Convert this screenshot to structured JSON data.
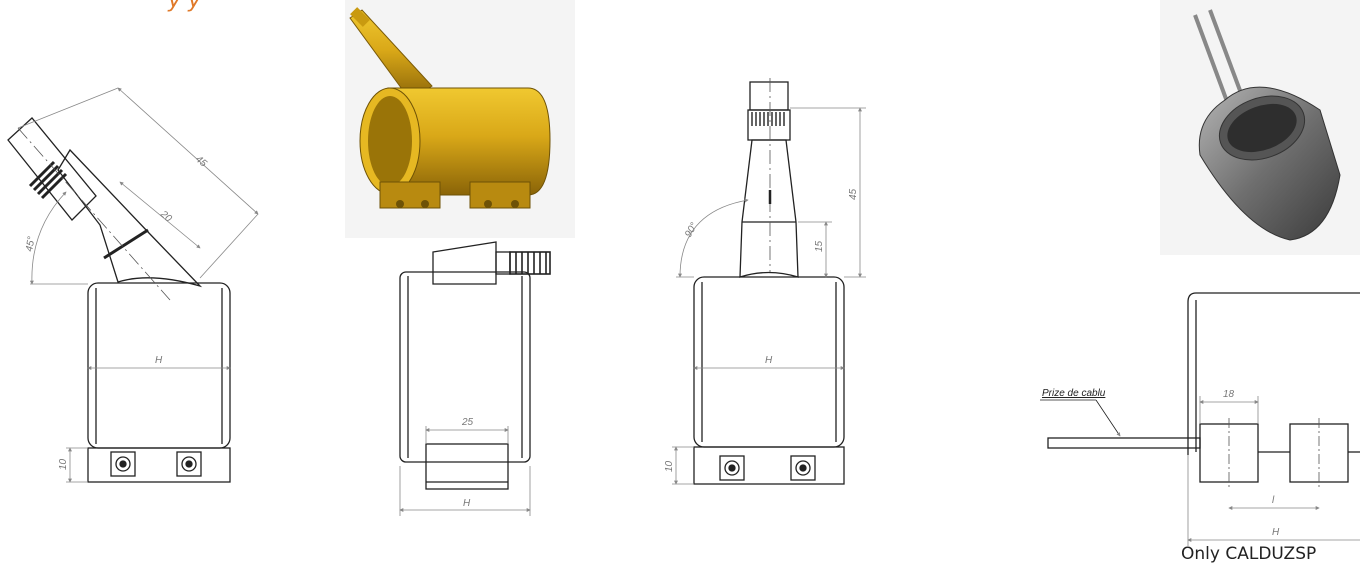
{
  "header": {
    "corner_text": "y y"
  },
  "drawing1": {
    "len_dim": "45",
    "inner_dim": "20",
    "angle": "45°",
    "width_dim": "H",
    "tab_dim": "10"
  },
  "drawing2": {
    "slot_dim": "25",
    "width_dim": "H"
  },
  "drawing3": {
    "len_dim": "45",
    "stem_dim": "15",
    "angle": "90°",
    "width_dim": "H",
    "tab_dim": "10"
  },
  "drawing4": {
    "callout": "Prize de cablu",
    "block_dim": "18",
    "spacing_dim": "l",
    "width_dim": "H"
  },
  "caption": "Only CALDUZSP",
  "colors": {
    "line": "#222222",
    "dim": "#888888",
    "accent": "#e07a2a",
    "brass": "#c9a020",
    "steel": "#7f7f7f"
  }
}
